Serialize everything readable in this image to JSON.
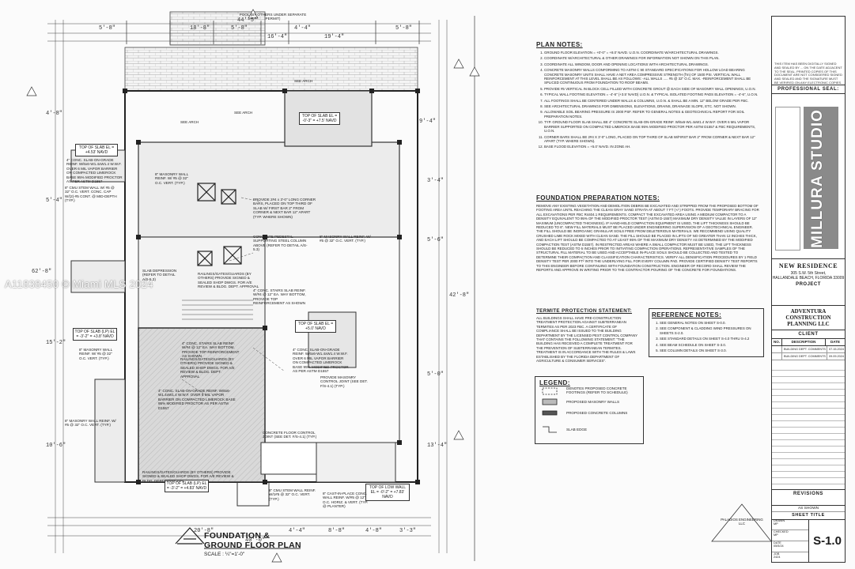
{
  "watermark": "A11838450 © Miami MLS 2024",
  "plan": {
    "title_line1": "FOUNDATION &",
    "title_line2": "GROUND FLOOR PLAN",
    "scale": "SCALE : ¼\"=1'-0\"",
    "top_label": "POOL (BY OTHERS UNDER SEPARATE PERMIT)",
    "dims_top": [
      "5'-8\"",
      "18'-8\"",
      "5'-8\"",
      "16'-4\"",
      "4'-4\"",
      "19'-4\"",
      "5'-8\"",
      "44'-5\""
    ],
    "dims_left": [
      "4'-8\"",
      "5'-4\"",
      "62'-8\"",
      "15'-2\"",
      "10'-6\""
    ],
    "dims_right": [
      "9'-4\"",
      "3'-4\"",
      "5'-6\"",
      "42'-8\"",
      "5'-0\"",
      "13'-4\""
    ],
    "dims_bottom": [
      "20'-8\"",
      "40'-0\"",
      "4'-4\"",
      "8'-8\"",
      "4'-8\"",
      "3'-3\""
    ],
    "callouts": [
      "TOP OF SLAB EL = +4.53' NAVD",
      "TOP OF SLAB EL = -0'-3\" = +7.5' NAVD",
      "TOP OF SLAB (LP) EL = -3'-2\" = +3.8' NAVD",
      "TOP OF SLAB (LP) EL = -3'-2\" = +4.83' NAVD",
      "TOP OF SLAB EL = +5.0' NAVD",
      "TOP OF LOW WALL EL = -0'-2\" = +7.83' NAVD"
    ],
    "see_arch": "SEE ARCH",
    "masonry_note": "8\" MASONRY WALL REINF. W/ #5 @ 32\" O.C. VERT. (TYP.)",
    "slab_note": "4\" CONC. SLAB-ON-GRADE REINF. W/6x6-W1.4xW1.4 W.W.F. OVER 6 MIL VAPOR BARRIER ON COMPACTED LIMEROCK BASE 95% MODIFIED PROCTOR AS PER ASTM D1557",
    "pedestal_note": "CONCRETE PEDESTAL SUPPORTING STEEL COLUMN ABOVE (REFER TO DETAIL A/S-5.3)",
    "bars_note": "PROVIDE 2#4 x 3'-0\" LONG CORNER BARS, PLACED ON TOP THIRD OF SLAB W/ FIRST BAR 2\" FROM CORNER & NEXT BAR 12\" APART (TYP. WHERE SHOWN)",
    "depression_note": "SLAB DEPRESSION (REFER TO DETAIL A/S-5.3)",
    "stair_note": "4\" CONC. STAIRS SLAB REINF. W/#4 @ 12\" EA. WAY BOTTOM, PROVIDE TOP REINFORCEMENT AS SHOWN",
    "railing_note": "RAILINGS/GATES/GUARDS (BY OTHERS) PROVIDE SIGNED & SEALED SHOP DWGS. FOR A/E REVIEW & BLDG. DEPT. APPROVAL",
    "control_note": "PROVIDE MASONRY CONTROL JOINT (SEE DET. F/S-4.1) (TYP.)",
    "control_joint_note": "CONCRETE FLOOR CONTROL JOINT (SEE DET. F/S-4.1) (TYP.)",
    "stem_note": "8\" CMU STEM WALL REINF. W/1#5 @ 32\" O.C. VERT. (TYP.)",
    "cast_note": "8\" CAST-IN-PLACE CONC. WALL REINF. W/#5 @ 12\" O.C. HORIZ. & VERT. (TYP. @ PLANTER)",
    "stem_wall_note": "8\" CMU STEM WALL W/ #5 @ 32\" O.C. VERT. CONC. CAP W/(2)-#5 CONT. @ MID-DEPTH (TYP.)",
    "pool_note": "4\" CONC. SLAB-ON-GRADE REINF. W/6x6-W1.4xW1.4 W.W.F. OVER 6 MIL VAPOR BARRIER ON COMPACTED LIMEROCK BASE 95% MODIFIED PROCTOR AS PER ASTM D1557"
  },
  "plan_notes": {
    "title": "PLAN NOTES:",
    "items": [
      "GROUND FLOOR ELEVATION = +0'-0\" = +8.0' NAVD. U.O.N. COORDINATE W/ARCHITECTURAL DRAWINGS.",
      "COORDINATE W/ARCHITECTURAL & OTHER DRAWINGS FOR INFORMATION NOT SHOWN ON THIS PLAN.",
      "COORDINATE ALL WINDOW, DOOR AND OPENING LOCATIONS WITH ARCHITECTURAL DRAWINGS.",
      "CONCRETE MASONRY WALLS CONFORMING TO ASTM C 90 STANDARD SPECIFICATIONS FOR HOLLOW LOAD BEARING CONCRETE MASONRY UNITS SHALL HAVE A NET AREA COMPRESSIVE STRENGTH (f'm) OF 1500 PSI. VERTICAL WALL REINFORCEMENT AT THIS LEVEL SHALL BE AS FOLLOWS: -ALL WALLS ..... #5 @ 32\" O.C. MAX. -REINFORCEMENT SHALL BE SPLICED CONTINUOUS FROM FOUNDATION TO ROOF BEAMS.",
      "PROVIDE #5 VERTICAL IN BLOCK CELL FILLED WITH CONCRETE GROUT @ EACH SIDE OF MASONRY WALL OPENINGS, U.O.N.",
      "TYPICAL WALL FOOTING ELEVATION = -4'-6\" (+3.5' NAVD) U.O.N. & TYPICAL ISOLATED FOOTING PADS ELEVATION = -4'-6\", U.O.N.",
      "ALL FOOTINGS SHALL BE CENTERED UNDER WALLS & COLUMNS, U.O.N. & SHALL BE A MIN. 12\" BELOW GRADE PER FBC.",
      "SEE ARCHITECTURAL DRAWINGS FOR DIMENSIONS, ELEVATIONS, DRAINS, DRAINAGE SLOPE, ETC. NOT SHOWN.",
      "ALLOWABLE SOIL BEARING PRESSURE IS 2000 PSF. REFER TO GENERAL NOTES & GEOTECHNICAL REPORT FOR SOIL PREPARATION NOTES.",
      "TYP. GROUND FLOOR SLAB SHALL BE 4\" CONCRETE SLAB-ON-GRADE REINF. W/6x6-W1.4xW1.4 W.W.F. OVER 6 MIL VAPOR BARRIER SUPPORTED ON COMPACTED LIMEROCK BASE 95% MODIFIED PROCTOR PER ASTM D1557 & FBC REQUIREMENTS, U.O.N.",
      "CORNER BARS SHALL BE 2#4 X 3'-0\" LONG, PLACED ON TOP THIRD OF SLAB W/FIRST BAR 2\" FROM CORNER & NEXT BAR 12\" APART (TYP. WHERE SHOWN).",
      "BASE FLOOD ELEVATION = +5.0' NAVD. IN ZONE AH."
    ]
  },
  "foundation_notes": {
    "title": "FOUNDATION PREPARATION NOTES:",
    "text": "REMOVE ANY EXISTING VEGETATION AND DEMOLITION DEBRIS BE EXCAVATED AND STRIPPED FROM THE PROPOSED BOTTOM OF FOOTING AREA UNTIL REACHING THE CLEAN GRAY SAND STRATA AT ABOUT 7 FT (+/-) FOOTS. PROVIDE TEMPORARY BRACING FOR ALL EXCAVATIONS PER FBC R4404.1 REQUIREMENTS. COMPACT THE EXCAVATED AREA USING A MEDIUM COMPACTOR TO A DENSITY EQUIVALENT TO 95% OF THE MODIFIED PROCTOR TEST (ASTM D-1557) MAXIMUM DRY DENSITY VALUE IN LAYERS OF 12\" MAXIMUM (UNCOMPACTED THICKNESS). IF HAND-HELD COMPACTION EQUIPMENT IS USED, THE LIFT THICKNESS SHOULD BE REDUCED TO 6\". NEW FILL MATERIALS MUST BE PLACED UNDER ENGINEERING SUPERVISION OF A GEOTECHNICAL ENGINEER. THE FILL SHOULD BE INORGANIC GRANULAR SOILS FREE FROM DELETERIOUS MATERIALS. WE RECOMMEND USING QUALITY CRUSHED LIME ROCK MIXED WITH CLEAN SAND. THE FILL SHOULD BE PLACED IN LIFTS OF NO GREATER THAN 12 INCHES THICK, AND EACH LIFT SHOULD BE COMPACTED TO AT LEAST 95% OF THE MAXIMUM DRY DENSITY AS DETERMINED BY THE MODIFIED COMPACTION TEST (ASTM D1557). IN RESTRICTED AREAS WHERE A SMALL COMPACTOR MUST BE USED, THE LIFT THICKNESS SHOULD BE REDUCED TO 6 INCHES PRIOR TO INITIATING COMPACTION OPERATIONS. REPRESENTATIVE SAMPLES OF THE STRUCTURAL FILL MATERIAL TO BE USED AND ACCEPTABLE IN-PLACE SOILS SHOULD BE COLLECTED AND TESTED TO DETERMINE THEIR COMPACTION AND CLASSIFICATION CHARACTERISTICS. VERIFY ALL DENSIFICATION PROCEDURES BY 1 FIELD DENSITY TEST PER 2000 FT² INTO THE UNDERLYING FILL FOR EVERY COLUMN PAD. PROVIDE CERTIFIED DENSITY TEST REPORTS TO THIS ENGINEER BEFORE CONTINUING WITH FOUNDATION CONSTRUCTION. ENGINEER OF RECORD SHALL REVIEW THE REPORTS AND APPROVE IN WRITING PRIOR TO THE CONTRACTOR POURING OF THE CONCRETE FOR FOUNDATIONS."
  },
  "termite": {
    "title": "TERMITE PROTECTION STATEMENT:",
    "text": "ALL BUILDINGS SHALL HAVE PRE-CONSTRUCTION TREATMENT PROTECTION AGAINST SUBTERRANEAN TERMITES AS PER 2023 FBC. A CERTIFICATE OF COMPLIANCE SHALL BE ISSUED TO THE BUILDING DEPARTMENT BY THE LICENSED PEST CONTROL COMPANY THAT CONTAINS THE FOLLOWING STATEMENT: \"THE BUILDING HAS RECEIVED A COMPLETE TREATMENT FOR THE PREVENTION OF SUBTERRANEAN TERMITES. TREATMENT IS IN ACCORDANCE WITH THE RULES & LAWS ESTABLISHED BY THE FLORIDA DEPARTMENT OF AGRICULTURE & CONSUMER SERVICES\"."
  },
  "reference": {
    "title": "REFERENCE NOTES:",
    "items": [
      "SEE GENERAL NOTES ON SHEET S-0.0.",
      "SEE COMPONENT & CLADDING WIND PRESSURES ON SHEETS S-2.0.",
      "SEE STANDARD DETAILS ON SHEET S-4.0 THRU S-4.2",
      "SEE BEAM SCHEDULE ON SHEET S-3.0.",
      "SEE COLUMN DETAILS ON SHEET S-3.0."
    ]
  },
  "legend": {
    "title": "LEGEND:",
    "items": [
      "DENOTES PROPOSED CONCRETE FOOTINGS (REFER TO SCHEDULE)",
      "PROPOSED MASONRY WALLS",
      "PROPOSED CONCRETE COLUMNS",
      "SLAB EDGE"
    ]
  },
  "title_block": {
    "top_note": "THIS ITEM HAS BEEN DIGITALLY SIGNED AND SEALED BY ... ON THE DATE ADJACENT TO THE SEAL. PRINTED COPIES OF THIS DOCUMENT ARE NOT CONSIDERED SIGNED AND SEALED AND THE SIGNATURE MUST BE VERIFIED ON ANY ELECTRONIC COPIES.",
    "professional_seal": "PROFESSIONAL SEAL:",
    "studio": "MILLURA STUDIO",
    "project_label": "PROJECT",
    "project_name": "NEW RESIDENCE",
    "address_line1": "305 S.W. 5th Street,",
    "address_line2": "HALLANDALE BEACH, FLORIDA 33009",
    "client_label": "CLIENT",
    "client_name": "ADVENTURA CONSTRUCTION PLANNING LLC",
    "rev_headers": [
      "NO.",
      "DESCRIPTION",
      "DATE"
    ],
    "revisions": [
      {
        "no": "",
        "desc": "BUILDING DEPT. COMMENTS",
        "date": "07.15.2024"
      },
      {
        "no": "",
        "desc": "BUILDING DEPT. COMMENTS",
        "date": "09.09.2024"
      }
    ],
    "revisions_label": "REVISIONS",
    "engineer_label": "PALADIOS ENGINEERING LLC",
    "sheet_title_label": "SHEET TITLE",
    "sheet_title_value": "AS SHOWN",
    "fields": [
      {
        "k": "DRAWN",
        "v": "MP"
      },
      {
        "k": "CHECKED",
        "v": "MP"
      },
      {
        "k": "DATE",
        "v": "05/5/24"
      },
      {
        "k": "JOB",
        "v": "2424"
      }
    ],
    "sheet_no": "S-1.0"
  }
}
